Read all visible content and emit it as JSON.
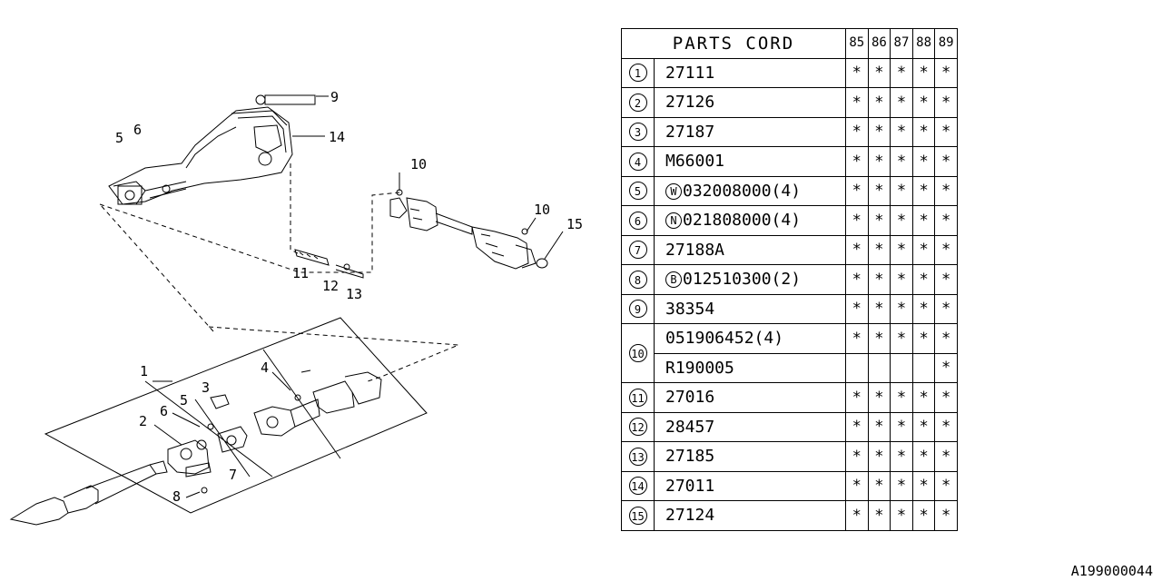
{
  "table": {
    "title": "PARTS CORD",
    "years": [
      "85",
      "86",
      "87",
      "88",
      "89"
    ],
    "rows": [
      {
        "ref": "1",
        "prefix": "",
        "code": "27111",
        "marks": [
          "*",
          "*",
          "*",
          "*",
          "*"
        ]
      },
      {
        "ref": "2",
        "prefix": "",
        "code": "27126",
        "marks": [
          "*",
          "*",
          "*",
          "*",
          "*"
        ]
      },
      {
        "ref": "3",
        "prefix": "",
        "code": "27187",
        "marks": [
          "*",
          "*",
          "*",
          "*",
          "*"
        ]
      },
      {
        "ref": "4",
        "prefix": "",
        "code": "M66001",
        "marks": [
          "*",
          "*",
          "*",
          "*",
          "*"
        ]
      },
      {
        "ref": "5",
        "prefix": "W",
        "code": "032008000(4)",
        "marks": [
          "*",
          "*",
          "*",
          "*",
          "*"
        ]
      },
      {
        "ref": "6",
        "prefix": "N",
        "code": "021808000(4)",
        "marks": [
          "*",
          "*",
          "*",
          "*",
          "*"
        ]
      },
      {
        "ref": "7",
        "prefix": "",
        "code": "27188A",
        "marks": [
          "*",
          "*",
          "*",
          "*",
          "*"
        ]
      },
      {
        "ref": "8",
        "prefix": "B",
        "code": "012510300(2)",
        "marks": [
          "*",
          "*",
          "*",
          "*",
          "*"
        ]
      },
      {
        "ref": "9",
        "prefix": "",
        "code": "38354",
        "marks": [
          "*",
          "*",
          "*",
          "*",
          "*"
        ]
      },
      {
        "ref": "10",
        "prefix": "",
        "code": "051906452(4)",
        "marks": [
          "*",
          "*",
          "*",
          "*",
          "*"
        ]
      },
      {
        "ref": "",
        "prefix": "",
        "code": "R190005",
        "marks": [
          "",
          "",
          "",
          "",
          "*"
        ]
      },
      {
        "ref": "11",
        "prefix": "",
        "code": "27016",
        "marks": [
          "*",
          "*",
          "*",
          "*",
          "*"
        ]
      },
      {
        "ref": "12",
        "prefix": "",
        "code": "28457",
        "marks": [
          "*",
          "*",
          "*",
          "*",
          "*"
        ]
      },
      {
        "ref": "13",
        "prefix": "",
        "code": "27185",
        "marks": [
          "*",
          "*",
          "*",
          "*",
          "*"
        ]
      },
      {
        "ref": "14",
        "prefix": "",
        "code": "27011",
        "marks": [
          "*",
          "*",
          "*",
          "*",
          "*"
        ]
      },
      {
        "ref": "15",
        "prefix": "",
        "code": "27124",
        "marks": [
          "*",
          "*",
          "*",
          "*",
          "*"
        ]
      }
    ]
  },
  "callouts": [
    "1",
    "2",
    "3",
    "4",
    "5",
    "6",
    "7",
    "8",
    "9",
    "10",
    "10",
    "11",
    "12",
    "13",
    "14",
    "15",
    "5",
    "6"
  ],
  "reference_code": "A199000044"
}
